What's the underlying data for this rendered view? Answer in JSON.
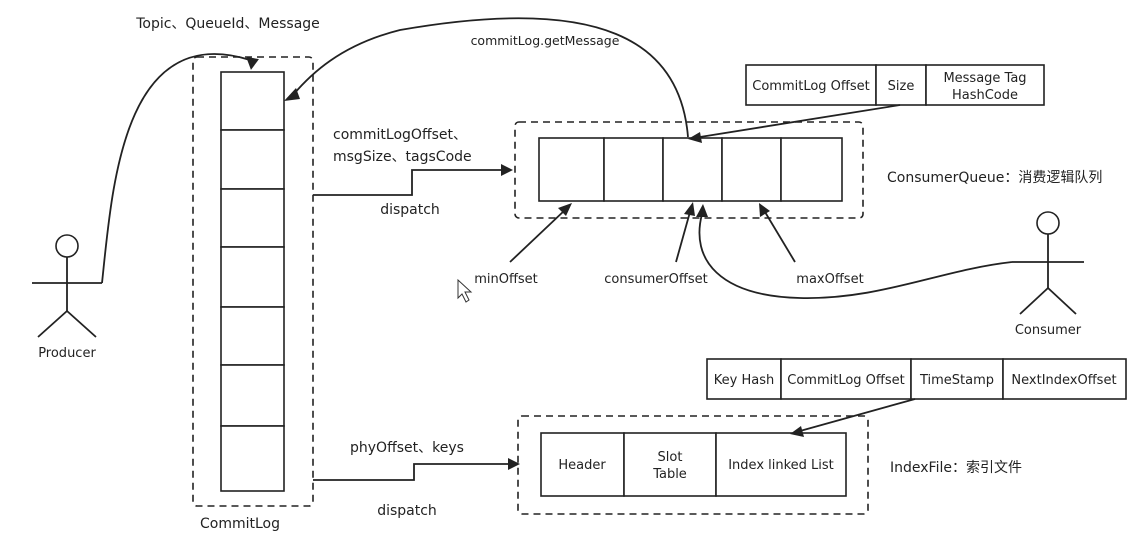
{
  "producer": {
    "label": "Producer"
  },
  "consumer": {
    "label": "Consumer"
  },
  "commitlog": {
    "label": "CommitLog",
    "input_label": "Topic、QueueId、Message"
  },
  "arrows": {
    "get_message": "commitLog.getMessage",
    "cq_dispatch_fields_1": "commitLogOffset、",
    "cq_dispatch_fields_2": "msgSize、tagsCode",
    "cq_dispatch": "dispatch",
    "index_dispatch_fields": "phyOffset、keys",
    "index_dispatch": "dispatch"
  },
  "consumer_queue": {
    "title": "ConsumerQueue：消费逻辑队列",
    "entry_fields": [
      "CommitLog Offset",
      "Size",
      "Message Tag",
      "HashCode"
    ],
    "offsets": {
      "min": "minOffset",
      "consumer": "consumerOffset",
      "max": "maxOffset"
    }
  },
  "index_file": {
    "title": "IndexFile：索引文件",
    "entry_fields": [
      "Key Hash",
      "CommitLog Offset",
      "TimeStamp",
      "NextIndexOffset"
    ],
    "parts": [
      "Header",
      "Slot",
      "Table",
      "Index linked List"
    ]
  }
}
